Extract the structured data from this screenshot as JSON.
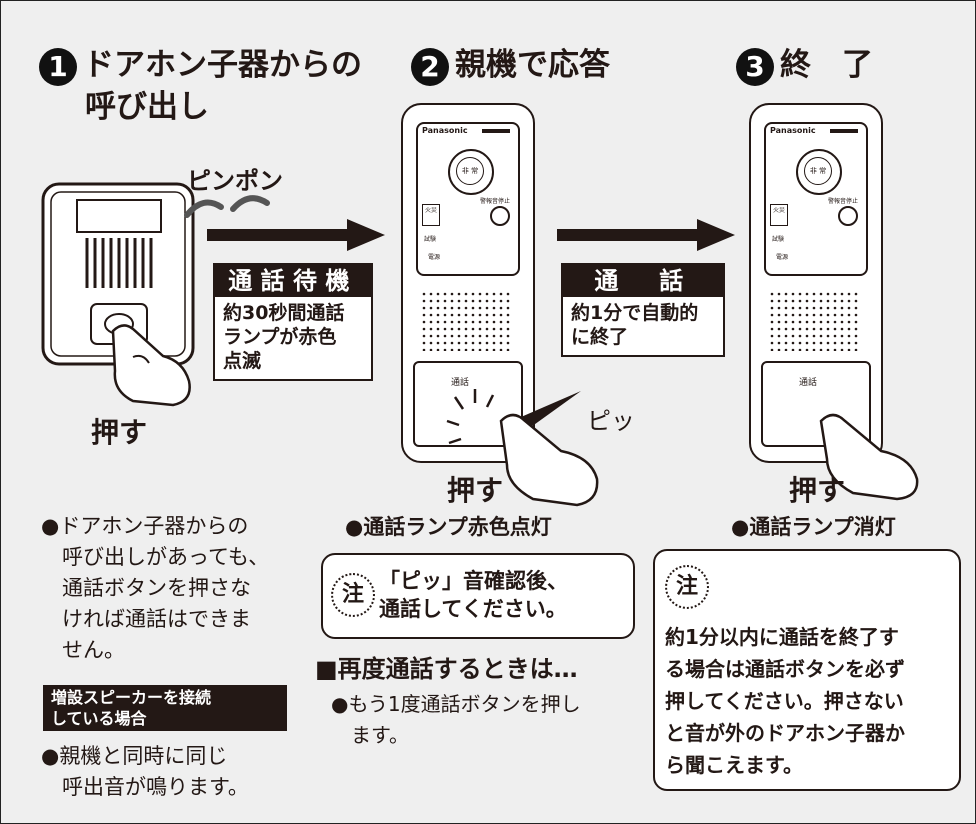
{
  "step1": {
    "number": "1",
    "title_line1": "ドアホン子器からの",
    "title_line2": "呼び出し",
    "sound": "ピンポン",
    "push": "押す"
  },
  "step2": {
    "number": "2",
    "title": "親機で応答",
    "beep": "ピッ",
    "push": "押す",
    "status": "●通話ランプ赤色点灯"
  },
  "step3": {
    "number": "3",
    "title": "終　了",
    "push": "押す",
    "status": "●通話ランプ消灯"
  },
  "panel_standby": {
    "header": "通話待機",
    "body": "約30秒間通話\nランプが赤色\n点滅"
  },
  "panel_talk": {
    "header": "通　話",
    "body": "約1分で自動的\nに終了"
  },
  "device": {
    "brand": "Panasonic",
    "emergency_label": "非 常",
    "alarm_stop_label": "警報音停止",
    "fire_label": "火災",
    "test_label": "試験",
    "power_label": "電源",
    "talk_label": "通話"
  },
  "left_notes": {
    "bullet1": "●ドアホン子器からの\n　呼び出しがあっても、\n　通話ボタンを押さな\n　ければ通話はできま\n　せん。",
    "speaker_tag": "増設スピーカーを接続\nしている場合",
    "bullet2": "●親機と同時に同じ\n　呼出音が鳴ります。"
  },
  "note_middle": {
    "mark": "注",
    "text": "「ピッ」音確認後、\n通話してください。"
  },
  "redial": {
    "heading": "■再度通話するときは…",
    "body": "●もう1度通話ボタンを押し\n　ます。"
  },
  "note_right": {
    "mark": "注",
    "text": "約1分以内に通話を終了す\nる場合は通話ボタンを必ず\n押してください。押さない\nと音が外のドアホン子器か\nら聞こえます。"
  }
}
